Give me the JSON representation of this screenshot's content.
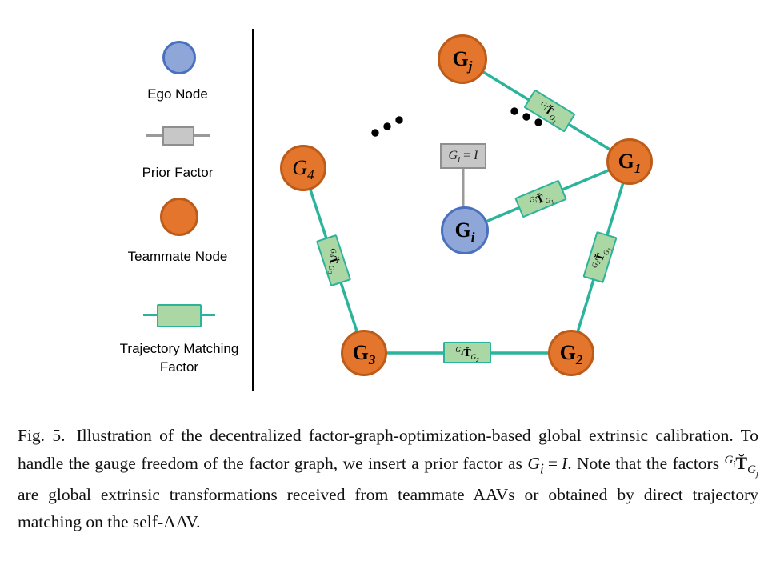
{
  "colors": {
    "teammate_fill": "#E4752C",
    "teammate_border": "#BD5B18",
    "ego_fill": "#8FA7D8",
    "ego_border": "#4A71C0",
    "edge_teal": "#2BB39B",
    "factor_fill": "#ABD7A4",
    "factor_border": "#2BB39B",
    "prior_fill": "#C7C7C7",
    "prior_border": "#8F8F8F",
    "prior_edge": "#9A9A9A",
    "text": "#111111"
  },
  "legend": {
    "items": [
      {
        "id": "ego-node",
        "label": "Ego Node"
      },
      {
        "id": "prior-factor",
        "label": "Prior Factor"
      },
      {
        "id": "teammate-node",
        "label": "Teammate Node"
      },
      {
        "id": "trajectory-matching-factor",
        "label": "Trajectory Matching Factor"
      }
    ]
  },
  "graph": {
    "nodes": [
      {
        "main": "G",
        "sub": "j"
      },
      {
        "main": "G",
        "sub": "4"
      },
      {
        "main": "G",
        "sub": "1"
      },
      {
        "main": "G",
        "sub": "i"
      },
      {
        "main": "G",
        "sub": "3"
      },
      {
        "main": "G",
        "sub": "2"
      }
    ],
    "prior": {
      "base": "G",
      "idx": "i",
      "eq": "=",
      "val": "I"
    },
    "factors": [
      {
        "sup_base": "G",
        "sup_idx": "j",
        "t": "T̆",
        "sub_base": "G",
        "sub_idx": "1"
      },
      {
        "sup_base": "G",
        "sup_idx": "i",
        "t": "T̆",
        "sub_base": "G",
        "sub_idx": "1"
      },
      {
        "sup_base": "G",
        "sup_idx": "2",
        "t": "T̆",
        "sub_base": "G",
        "sub_idx": "1"
      },
      {
        "sup_base": "G",
        "sup_idx": "3",
        "t": "T̆",
        "sub_base": "G",
        "sub_idx": "2"
      },
      {
        "sup_base": "G",
        "sup_idx": "4",
        "t": "T̆",
        "sub_base": "G",
        "sub_idx": "3"
      }
    ]
  },
  "caption": {
    "fig_label": "Fig. 5.",
    "seg1": "Illustration of the decentralized factor-graph-optimization-based global extrinsic calibration. To handle the gauge freedom of the factor graph, we insert a prior factor as ",
    "math_prior": {
      "base": "G",
      "idx": "i",
      "eq": "=",
      "val": "I"
    },
    "seg2": ". Note that the factors ",
    "math_factor": {
      "sup_base": "G",
      "sup_idx": "i",
      "t": "T̆",
      "sub_base": "G",
      "sub_idx": "j"
    },
    "seg3": " are global extrinsic transformations received from teammate AAVs or obtained by direct trajectory matching on the self-AAV."
  }
}
